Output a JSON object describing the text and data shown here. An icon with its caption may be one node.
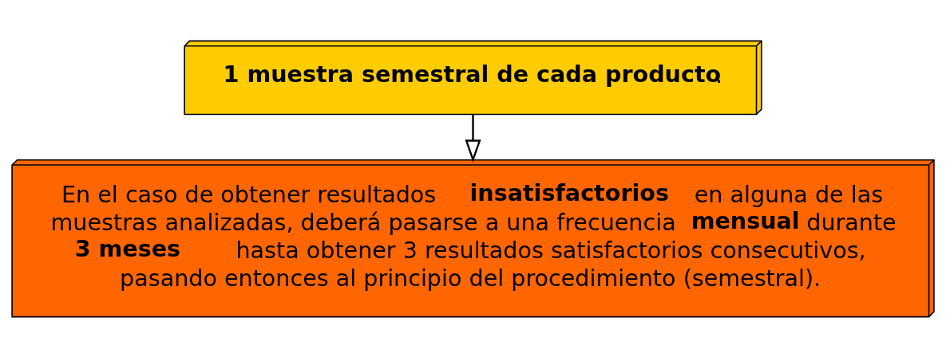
{
  "diagram": {
    "nodes": [
      {
        "text": [
          "**1 muestra semestral de cada producto**."
        ]
      },
      {
        "text": [
          "En el caso de obtener resultados **insatisfactorios** en alguna de las muestras analizadas, deberá pasarse a una frecuencia **mensual** durante **3 meses** hasta obtener 3 resultados satisfactorios consecutivos, pasando entonces al principio del procedimiento (semestral)."
        ]
      }
    ],
    "edges": [
      {
        "from": 0,
        "to": 1,
        "arrow": "to"
      }
    ]
  }
}
